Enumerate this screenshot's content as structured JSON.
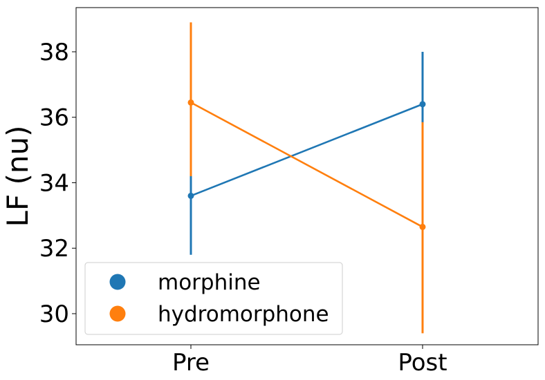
{
  "chart_data": {
    "type": "line",
    "title": "",
    "xlabel": "",
    "ylabel": "LF (nu)",
    "categories": [
      "Pre",
      "Post"
    ],
    "ylim": [
      29.05,
      39.35
    ],
    "yticks": [
      30,
      32,
      34,
      36,
      38
    ],
    "grid": false,
    "legend_position": "lower-left",
    "series": [
      {
        "name": "morphine",
        "color": "#1f77b4",
        "values": [
          33.6,
          36.4
        ],
        "error_low": [
          31.8,
          34.8
        ],
        "error_high": [
          34.2,
          38.0
        ]
      },
      {
        "name": "hydromorphone",
        "color": "#ff7f0e",
        "values": [
          36.45,
          32.65
        ],
        "error_low": [
          34.2,
          29.4
        ],
        "error_high": [
          38.9,
          35.85
        ]
      }
    ]
  }
}
